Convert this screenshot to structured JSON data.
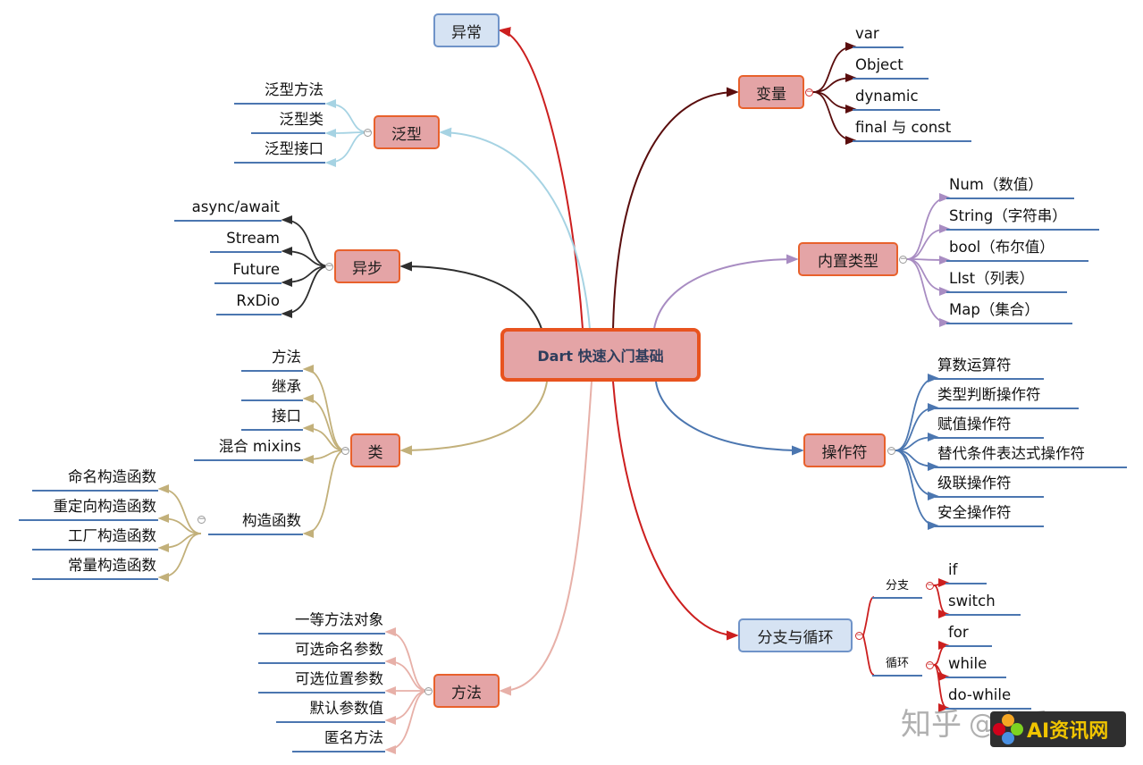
{
  "root": "Dart 快速入门基础",
  "branches": {
    "exception": "异常",
    "generics": {
      "label": "泛型",
      "items": [
        "泛型方法",
        "泛型类",
        "泛型接口"
      ]
    },
    "async": {
      "label": "异步",
      "items": [
        "async/await",
        "Stream",
        "Future",
        "RxDio"
      ]
    },
    "class": {
      "label": "类",
      "items": [
        "方法",
        "继承",
        "接口",
        "混合 mixins"
      ],
      "constructor": {
        "label": "构造函数",
        "items": [
          "命名构造函数",
          "重定向构造函数",
          "工厂构造函数",
          "常量构造函数"
        ]
      }
    },
    "method": {
      "label": "方法",
      "items": [
        "一等方法对象",
        "可选命名参数",
        "可选位置参数",
        "默认参数值",
        "匿名方法"
      ]
    },
    "variable": {
      "label": "变量",
      "items": [
        "var",
        "Object",
        "dynamic",
        "final 与 const"
      ]
    },
    "builtin": {
      "label": "内置类型",
      "items": [
        "Num（数值）",
        "String（字符串）",
        "bool（布尔值）",
        "LIst（列表）",
        "Map（集合）"
      ]
    },
    "operator": {
      "label": "操作符",
      "items": [
        "算数运算符",
        "类型判断操作符",
        "赋值操作符",
        "替代条件表达式操作符",
        "级联操作符",
        "安全操作符"
      ]
    },
    "flow": {
      "label": "分支与循环",
      "branch": {
        "label": "分支",
        "items": [
          "if",
          "switch"
        ]
      },
      "loop": {
        "label": "循环",
        "items": [
          "for",
          "while",
          "do-while"
        ]
      }
    }
  },
  "colors": {
    "exception": "#cc1f1f",
    "generics": "#a6d3e3",
    "async": "#2e2e2e",
    "class": "#c2b07a",
    "method": "#e7b0a8",
    "variable": "#5a0d0d",
    "builtin": "#a88cc2",
    "operator": "#4b76b0",
    "flow": "#cc1f1f"
  },
  "watermark": {
    "site": "知乎",
    "author": "@小乔子",
    "logo_text": "AI资讯网"
  }
}
